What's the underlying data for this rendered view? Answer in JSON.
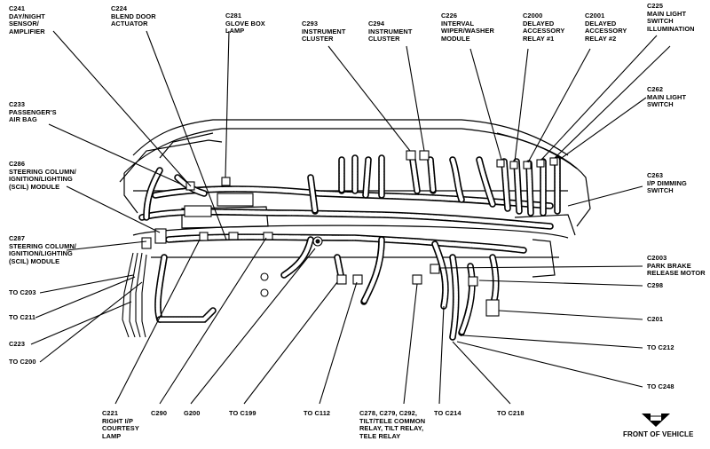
{
  "labels": {
    "c241": "C241\nDAY/NIGHT\nSENSOR/\nAMPLIFIER",
    "c224": "C224\nBLEND DOOR\nACTUATOR",
    "c281": "C281\nGLOVE BOX\nLAMP",
    "c293": "C293\nINSTRUMENT\nCLUSTER",
    "c294": "C294\nINSTRUMENT\nCLUSTER",
    "c226": "C226\nINTERVAL\nWIPER/WASHER\nMODULE",
    "c2000": "C2000\nDELAYED\nACCESSORY\nRELAY #1",
    "c2001": "C2001\nDELAYED\nACCESSORY\nRELAY #2",
    "c225": "C225\nMAIN LIGHT\nSWITCH\nILLUMINATION",
    "c262": "C262\nMAIN LIGHT\nSWITCH",
    "c233": "C233\nPASSENGER'S\nAIR BAG",
    "c286": "C286\nSTEERING COLUMN/\nIGNITION/LIGHTING\n(SCIL) MODULE",
    "c263": "C263\nI/P DIMMING\nSWITCH",
    "c287": "C287\nSTEERING COLUMN/\nIGNITION/LIGHTING\n(SCIL) MODULE",
    "c2003": "C2003\nPARK BRAKE\nRELEASE MOTOR",
    "to_c203": "TO C203",
    "c298": "C298",
    "to_c211": "TO C211",
    "c201": "C201",
    "c223": "C223",
    "to_c212": "TO C212",
    "to_c200": "TO C200",
    "to_c248": "TO C248",
    "c221": "C221\nRIGHT I/P\nCOURTESY\nLAMP",
    "c290": "C290",
    "g200": "G200",
    "to_c199": "TO C199",
    "to_c112": "TO C112",
    "c278": "C278, C279, C292,\nTILT/TELE COMMON\nRELAY, TILT RELAY,\nTELE RELAY",
    "to_c214": "TO C214",
    "to_c218": "TO C218",
    "front": "FRONT OF VEHICLE"
  },
  "icons": {
    "front_arrow": "down-arrow-icon"
  }
}
